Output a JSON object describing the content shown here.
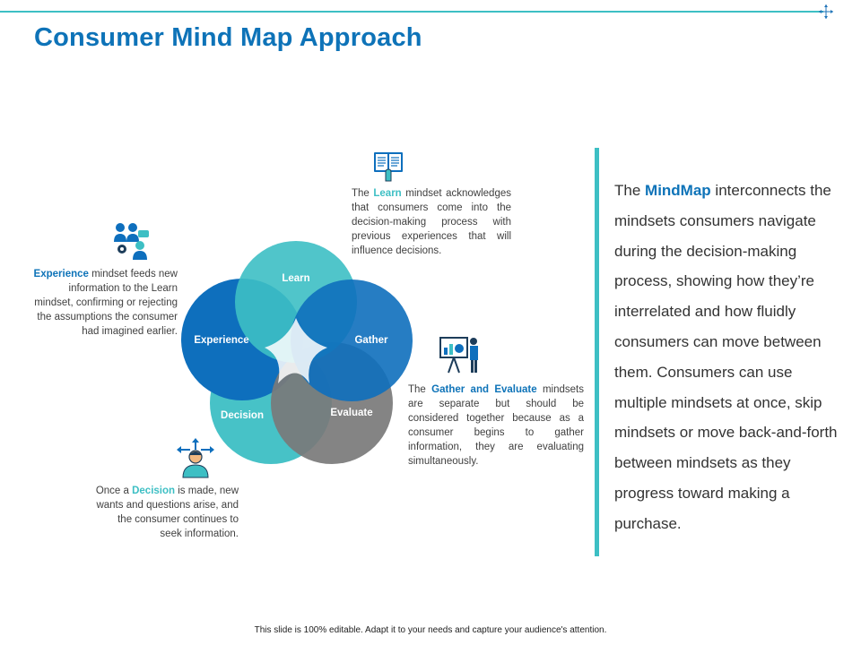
{
  "title": "Consumer Mind Map Approach",
  "petals": {
    "learn": "Learn",
    "experience": "Experience",
    "gather": "Gather",
    "decision": "Decision",
    "evaluate": "Evaluate"
  },
  "descriptions": {
    "learn": {
      "pre": "The ",
      "highlight": "Learn",
      "post": " mindset acknowledges that consumers come into the decision-making process with previous experiences that will influence decisions."
    },
    "experience": {
      "pre": "",
      "highlight": "Experience",
      "post": " mindset feeds new information to the Learn mindset, confirming or rejecting the assumptions the consumer had imagined earlier."
    },
    "gather": {
      "pre": "The ",
      "highlight": "Gather and Evaluate",
      "post": " mindsets are separate but should be considered together because as a consumer begins to gather information, they are evaluating simultaneously."
    },
    "decision": {
      "pre": "Once a ",
      "highlight": "Decision",
      "post": " is made, new wants and questions arise, and the consumer continues to seek information."
    }
  },
  "main_text": {
    "pre": "The ",
    "highlight": "MindMap",
    "post": " interconnects the mindsets consumers navigate during the decision-making process, showing how they’re interrelated and how fluidly consumers can move between them. Consumers can use multiple mindsets at once, skip mindsets or move back-and-forth between mindsets as they progress toward making a purchase."
  },
  "footer": "This slide is 100% editable. Adapt it to your needs and capture your audience's attention.",
  "colors": {
    "accent_teal": "#3dbfc4",
    "accent_blue": "#0e73b8",
    "title_blue": "#0e73b8",
    "petal_gray": "#6d6d6d"
  },
  "icons": {
    "learn": "book-icon",
    "experience": "team-chat-icon",
    "gather": "presentation-board-icon",
    "decision": "person-directions-icon",
    "corner": "move-cursor-icon"
  }
}
